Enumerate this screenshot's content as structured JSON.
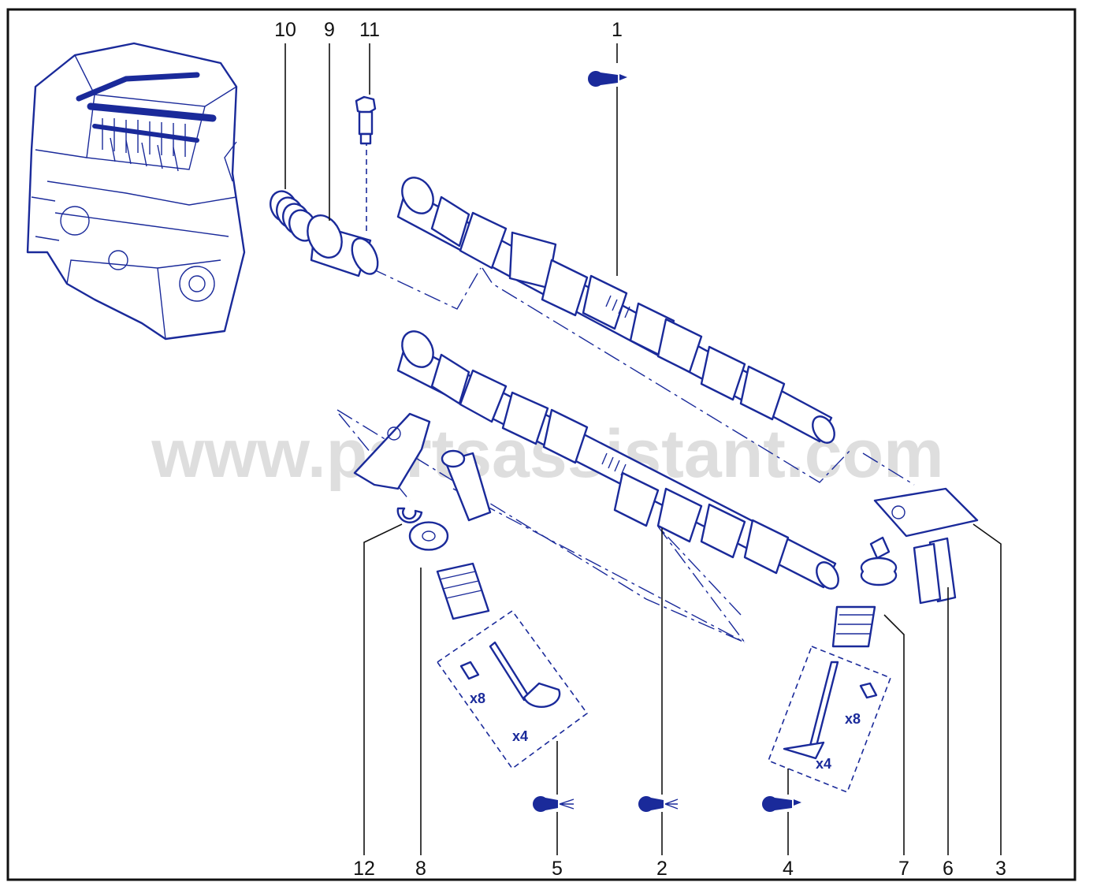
{
  "callouts": {
    "c1": "1",
    "c2": "2",
    "c3": "3",
    "c4": "4",
    "c5": "5",
    "c6": "6",
    "c7": "7",
    "c8": "8",
    "c9": "9",
    "c10": "10",
    "c11": "11",
    "c12": "12"
  },
  "quantities": {
    "left_keepers": "x8",
    "left_valves": "x4",
    "right_keepers": "x8",
    "right_valves": "x4"
  },
  "watermark": "www.partsassistant.com",
  "colors": {
    "ink": "#1a2a9a",
    "frame": "#111111",
    "background": "#ffffff"
  },
  "icons": {
    "i1": "grease-symbol-icon",
    "i5": "oil-symbol-icon",
    "i2": "oil-symbol-icon",
    "i4": "grease-symbol-icon"
  }
}
